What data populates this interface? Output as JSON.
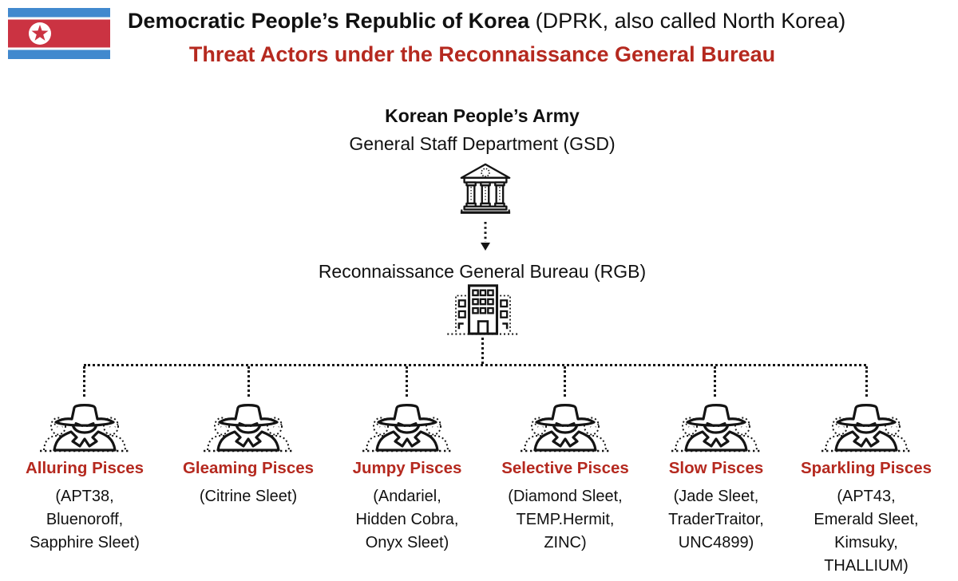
{
  "header": {
    "title_bold": "Democratic People’s Republic of Korea",
    "title_rest": " (DPRK, also called North Korea)",
    "subtitle": "Threat Actors under the Reconnaissance General Bureau"
  },
  "colors": {
    "accent_red": "#b5291f",
    "line_black": "#161616",
    "flag_blue": "#4189ce",
    "flag_red": "#cb3342"
  },
  "icons": {
    "flag": "north-korea-flag",
    "gsd": "government-building-icon",
    "arrow": "dotted-down-arrow-icon",
    "rgb": "office-building-icon",
    "group": "spy-threat-group-icon"
  },
  "org": {
    "army_title": "Korean People’s Army",
    "gsd_label": "General Staff Department (GSD)",
    "rgb_label": "Reconnaissance General Bureau (RGB)"
  },
  "groups": [
    {
      "name": "Alluring Pisces",
      "aliases": "(APT38,\nBluenoroff,\nSapphire Sleet)"
    },
    {
      "name": "Gleaming Pisces",
      "aliases": "(Citrine Sleet)"
    },
    {
      "name": "Jumpy Pisces",
      "aliases": "(Andariel,\nHidden Cobra,\nOnyx Sleet)"
    },
    {
      "name": "Selective Pisces",
      "aliases": "(Diamond Sleet,\nTEMP.Hermit,\nZINC)"
    },
    {
      "name": "Slow Pisces",
      "aliases": "(Jade Sleet,\nTraderTraitor,\nUNC4899)"
    },
    {
      "name": "Sparkling Pisces",
      "aliases": "(APT43,\nEmerald Sleet,\nKimsuky,\nTHALLIUM)"
    }
  ]
}
